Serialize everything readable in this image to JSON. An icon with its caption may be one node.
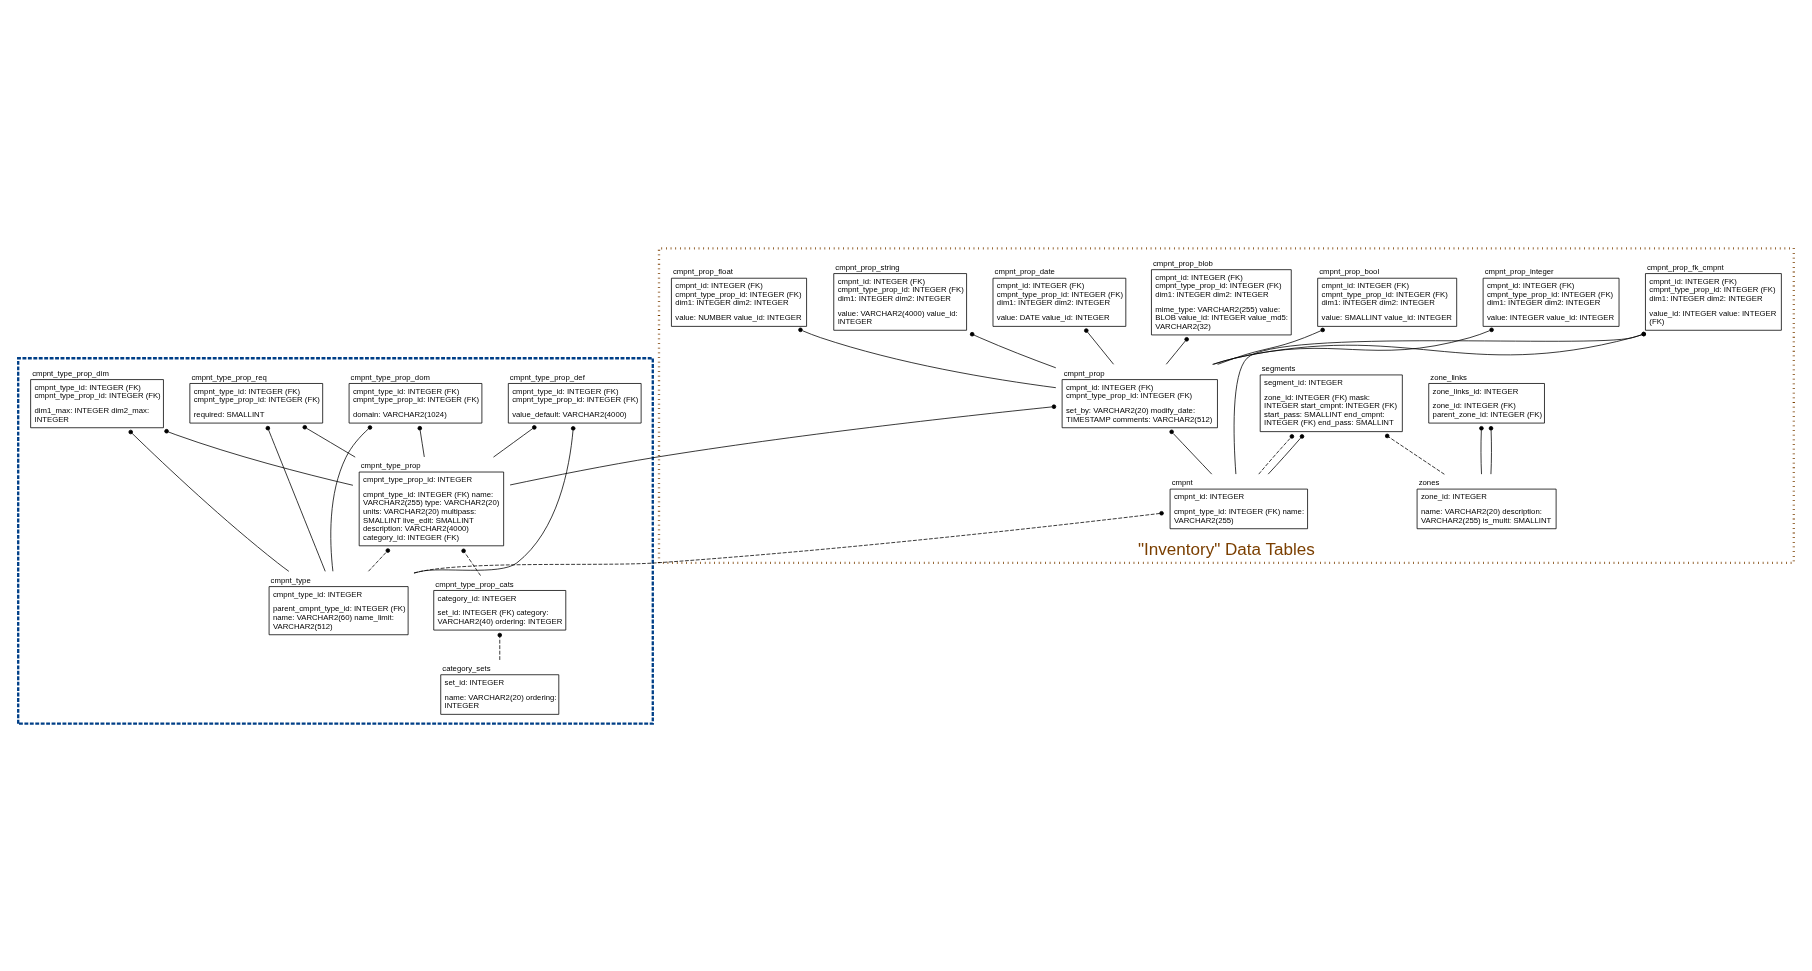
{
  "diagram": {
    "nodes": [
      {
        "text": [
          "\"Inventory\" Data Tables"
        ]
      },
      {
        "text": [
          "cmpnt_prop_fk_cmpnt",
          "cmpnt_id: INTEGER (FK) cmpnt_type_prop_id: INTEGER (FK) dim1: INTEGER dim2: INTEGER",
          "value_id: INTEGER value: INTEGER (FK)"
        ],
        "in": 0
      },
      {
        "text": [
          "cmpnt_prop_bool",
          "cmpnt_id: INTEGER (FK) cmpnt_type_prop_id: INTEGER (FK) dim1: INTEGER dim2: INTEGER",
          "value: SMALLINT value_id: INTEGER"
        ],
        "in": 0
      },
      {
        "text": [
          "cmpnt_prop_integer",
          "cmpnt_id: INTEGER (FK) cmpnt_type_prop_id: INTEGER (FK) dim1: INTEGER dim2: INTEGER",
          "value: INTEGER value_id: INTEGER"
        ],
        "in": 0
      },
      {
        "text": [
          "cmpnt_prop_float",
          "cmpnt_id: INTEGER (FK) cmpnt_type_prop_id: INTEGER (FK) dim1: INTEGER dim2: INTEGER",
          "value: NUMBER value_id: INTEGER"
        ],
        "in": 0
      },
      {
        "text": [
          "cmpnt_prop_string",
          "cmpnt_id: INTEGER (FK) cmpnt_type_prop_id: INTEGER (FK) dim1: INTEGER dim2: INTEGER",
          "value: VARCHAR2(4000) value_id: INTEGER"
        ],
        "in": 0
      },
      {
        "text": [
          "cmpnt_prop_date",
          "cmpnt_id: INTEGER (FK) cmpnt_type_prop_id: INTEGER (FK) dim1: INTEGER dim2: INTEGER",
          "value: DATE value_id: INTEGER"
        ],
        "in": 0
      },
      {
        "text": [
          "cmpnt_prop_blob",
          "cmpnt_id: INTEGER (FK) cmpnt_type_prop_id: INTEGER (FK) dim1: INTEGER dim2: INTEGER",
          "mime_type: VARCHAR2(255) value: BLOB value_id: INTEGER value_md5: VARCHAR2(32)"
        ],
        "in": 0
      },
      {
        "text": [
          "cmpnt_prop",
          "cmpnt_id: INTEGER (FK) cmpnt_type_prop_id: INTEGER (FK)",
          "set_by: VARCHAR2(20) modify_date: TIMESTAMP comments: VARCHAR2(512)"
        ],
        "in": 0
      },
      {
        "text": [
          "zone_links",
          "zone_links_id: INTEGER",
          "zone_id: INTEGER (FK) parent_zone_id: INTEGER (FK)"
        ],
        "in": 0
      },
      {
        "text": [
          "zones",
          "zone_id: INTEGER",
          "name: VARCHAR2(20) description: VARCHAR2(255) is_multi: SMALLINT"
        ],
        "in": 0
      },
      {
        "text": [
          "segments",
          "segment_id: INTEGER",
          "zone_id: INTEGER (FK) mask: INTEGER start_cmpnt: INTEGER (FK) start_pass: SMALLINT end_cmpnt: INTEGER (FK) end_pass: SMALLINT"
        ],
        "in": 0
      },
      {
        "text": [
          "cmpnt",
          "cmpnt_id: INTEGER",
          "cmpnt_type_id: INTEGER (FK) name: VARCHAR2(255)"
        ],
        "in": 0
      },
      {
        "text": [],
        "shape": "box"
      },
      {
        "text": [
          "cmpnt_type_prop",
          "cmpnt_type_prop_id: INTEGER",
          "cmpnt_type_id: INTEGER (FK) name: VARCHAR2(255) type: VARCHAR2(20) units: VARCHAR2(20) multipass: SMALLINT live_edit: SMALLINT description: VARCHAR2(4000) category_id: INTEGER (FK)"
        ],
        "in": 13
      },
      {
        "text": [
          "cmpnt_type_prop_dom",
          "cmpnt_type_id: INTEGER (FK) cmpnt_type_prop_id: INTEGER (FK)",
          "domain: VARCHAR2(1024)"
        ],
        "in": 13
      },
      {
        "text": [
          "cmpnt_type_prop_dim",
          "cmpnt_type_id: INTEGER (FK) cmpnt_type_prop_id: INTEGER (FK)",
          "dim1_max: INTEGER dim2_max: INTEGER"
        ],
        "in": 13
      },
      {
        "text": [
          "cmpnt_type_prop_req",
          "cmpnt_type_id: INTEGER (FK) cmpnt_type_prop_id: INTEGER (FK)",
          "required: SMALLINT"
        ],
        "in": 13
      },
      {
        "text": [
          "cmpnt_type_prop_def",
          "cmpnt_type_id: INTEGER (FK) cmpnt_type_prop_id: INTEGER (FK)",
          "value_default: VARCHAR2(4000)"
        ],
        "in": 13
      },
      {
        "text": [
          "cmpnt_type_prop_cats",
          "category_id: INTEGER",
          "set_id: INTEGER (FK) category: VARCHAR2(40) ordering: INTEGER"
        ],
        "in": 13
      },
      {
        "text": [
          "category_sets",
          "set_id: INTEGER",
          "name: VARCHAR2(20) ordering: INTEGER"
        ],
        "in": 13
      },
      {
        "text": [
          "cmpnt_type",
          "cmpnt_type_id: INTEGER",
          "parent_cmpnt_type_id: INTEGER (FK) name: VARCHAR2(60) name_limit: VARCHAR2(512)"
        ],
        "in": 13
      }
    ],
    "edges": [
      {
        "from": 8,
        "to": 1,
        "arrow": "other"
      },
      {
        "from": 8,
        "to": 2,
        "arrow": "other"
      },
      {
        "from": 8,
        "to": 3,
        "arrow": "other"
      },
      {
        "from": 8,
        "to": 4,
        "arrow": "other"
      },
      {
        "from": 8,
        "to": 5,
        "arrow": "other"
      },
      {
        "from": 8,
        "to": 6,
        "arrow": "other"
      },
      {
        "from": 8,
        "to": 7,
        "arrow": "other"
      },
      {
        "from": 12,
        "to": 1,
        "arrow": "other"
      },
      {
        "from": 12,
        "to": 8,
        "arrow": "other"
      },
      {
        "from": 14,
        "to": 8,
        "arrow": "other"
      },
      {
        "from": 10,
        "to": 9,
        "arrow": "other"
      },
      {
        "from": 10,
        "to": 9,
        "arrow": "other"
      },
      {
        "from": 10,
        "to": 11,
        "arrow": "other",
        "style": "dashed"
      },
      {
        "from": 12,
        "to": 11,
        "arrow": "other",
        "style": "dashed"
      },
      {
        "from": 12,
        "to": 11,
        "arrow": "other"
      },
      {
        "from": 21,
        "to": 12,
        "arrow": "other",
        "style": "dashed"
      },
      {
        "from": 14,
        "to": 15,
        "arrow": "other"
      },
      {
        "from": 14,
        "to": 16,
        "arrow": "other"
      },
      {
        "from": 14,
        "to": 17,
        "arrow": "other"
      },
      {
        "from": 14,
        "to": 18,
        "arrow": "other"
      },
      {
        "from": 19,
        "to": 14,
        "arrow": "other",
        "style": "dashed"
      },
      {
        "from": 20,
        "to": 19,
        "arrow": "other",
        "style": "dashed"
      },
      {
        "from": 21,
        "to": 14,
        "arrow": "other",
        "style": "dashed"
      },
      {
        "from": 21,
        "to": 15,
        "arrow": "other"
      },
      {
        "from": 21,
        "to": 16,
        "arrow": "other"
      },
      {
        "from": 21,
        "to": 17,
        "arrow": "other"
      },
      {
        "from": 21,
        "to": 18,
        "arrow": "other"
      }
    ]
  }
}
